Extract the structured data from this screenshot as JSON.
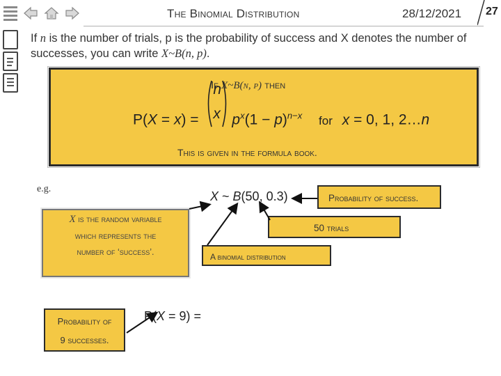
{
  "header": {
    "title": "The Binomial Distribution",
    "date": "28/12/2021",
    "page_number": "27",
    "icons": [
      "menu-icon",
      "back-arrow-icon",
      "home-icon",
      "forward-arrow-icon"
    ]
  },
  "sidebar": {
    "icons": [
      "blank-document-icon",
      "notes-document-icon",
      "list-document-icon"
    ]
  },
  "intro": {
    "part1": "If ",
    "n_symbol": "n",
    "part2": " is the number of trials, p is the probability of success and X denotes the number of successes, you can write ",
    "notation": "X~B(n, p)",
    "part3": "."
  },
  "formula_box": {
    "if_prefix": "If ",
    "if_expr": "X~B(n, p)",
    "if_suffix": " then",
    "lhs_p": "P(",
    "lhs_x": "X",
    "lhs_eq": " = ",
    "lhs_xval": "x",
    "lhs_close": ") =",
    "binom_top": "n",
    "binom_bottom": "x",
    "p_base": "p",
    "p_exp": "x",
    "one_minus": "(1 − ",
    "q_p": "p",
    "q_close": ")",
    "q_exp": "n−x",
    "for_text": "for",
    "range_x": "x",
    "range_vals": " = 0, 1, 2…",
    "range_n": "n",
    "given_note": "This is given in the formula book."
  },
  "example": {
    "eg_label": "e.g.",
    "notation_x": "X",
    "notation_tilde": " ~ ",
    "notation_b": "B",
    "notation_params": "(50, 0.3)",
    "label_probability": "Probability of success.",
    "label_trials": "50 trials",
    "label_distribution": "A binomial distribution",
    "random_var_x": "X",
    "random_var_rest": " is the random variable",
    "random_var_line2": "which represents the",
    "random_var_line3": "number of ‘success’.",
    "prob_nine_line1": "Probability of",
    "prob_nine_line2": "9 successes.",
    "target_p": "P(",
    "target_x": "X",
    "target_rest": " = 9) ="
  },
  "colors": {
    "highlight_yellow": "#f4c844",
    "border_dark": "#2b2b2b"
  }
}
